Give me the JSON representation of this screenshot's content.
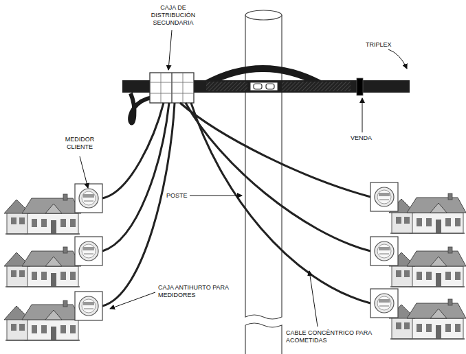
{
  "diagram": {
    "labels": [
      "CAJA DE DISTRIBUCIÓN SECUNDARIA",
      "TRIPLEX",
      "VENDA",
      "MEDIDOR CLIENTE",
      "POSTE",
      "CAJA ANTIHURTO PARA MEDIDORES",
      "CABLE CONCÈNTRICO PARA ACOMETIDAS"
    ]
  }
}
